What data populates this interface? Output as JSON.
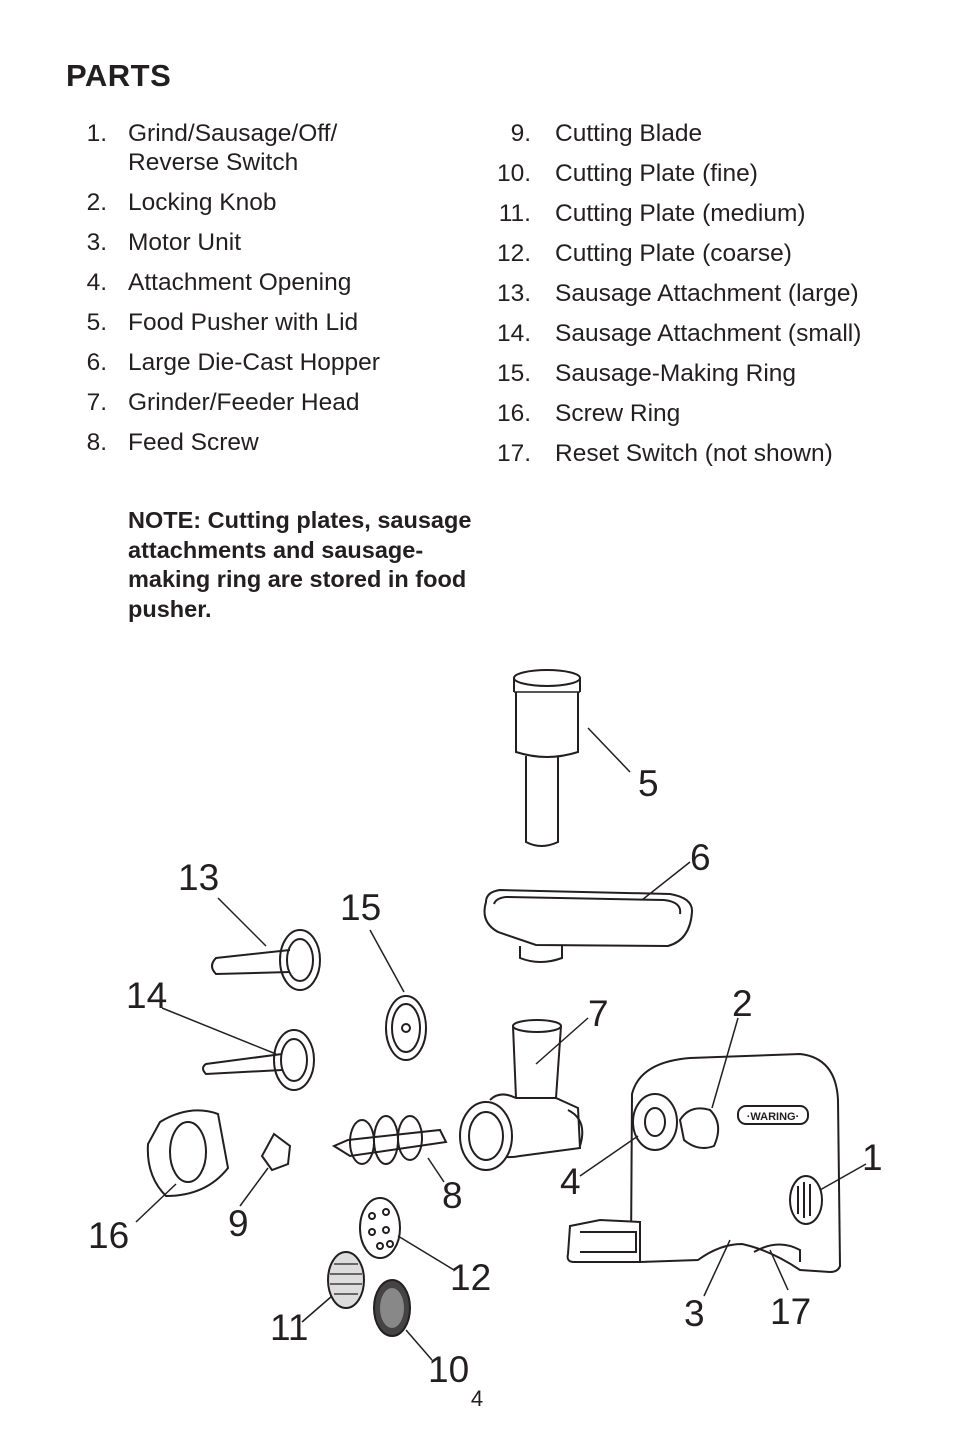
{
  "heading": "PARTS",
  "parts_left": [
    {
      "num": "1.",
      "label": "Grind/Sausage/Off/ Reverse Switch"
    },
    {
      "num": "2.",
      "label": "Locking Knob"
    },
    {
      "num": "3.",
      "label": "Motor Unit"
    },
    {
      "num": "4.",
      "label": "Attachment Opening"
    },
    {
      "num": "5.",
      "label": "Food Pusher with Lid"
    },
    {
      "num": "6.",
      "label": "Large Die-Cast Hopper"
    },
    {
      "num": "7.",
      "label": "Grinder/Feeder Head"
    },
    {
      "num": "8.",
      "label": "Feed Screw"
    }
  ],
  "parts_right": [
    {
      "num": "9.",
      "label": "Cutting Blade"
    },
    {
      "num": "10.",
      "label": "Cutting Plate (fine)"
    },
    {
      "num": "11.",
      "label": "Cutting Plate (medium)"
    },
    {
      "num": "12.",
      "label": "Cutting Plate (coarse)"
    },
    {
      "num": "13.",
      "label": "Sausage Attachment (large)"
    },
    {
      "num": "14.",
      "label": "Sausage Attachment (small)"
    },
    {
      "num": "15.",
      "label": "Sausage-Making Ring"
    },
    {
      "num": "16.",
      "label": "Screw Ring"
    },
    {
      "num": "17.",
      "label": "Reset Switch (not shown)"
    }
  ],
  "note": "NOTE: Cutting plates, sausage attachments and sausage-making ring are stored in food pusher.",
  "diagram": {
    "callouts": [
      "1",
      "2",
      "3",
      "4",
      "5",
      "6",
      "7",
      "8",
      "9",
      "10",
      "11",
      "12",
      "13",
      "14",
      "15",
      "16",
      "17"
    ],
    "brand_logo": "WARING"
  },
  "page_number": "4"
}
